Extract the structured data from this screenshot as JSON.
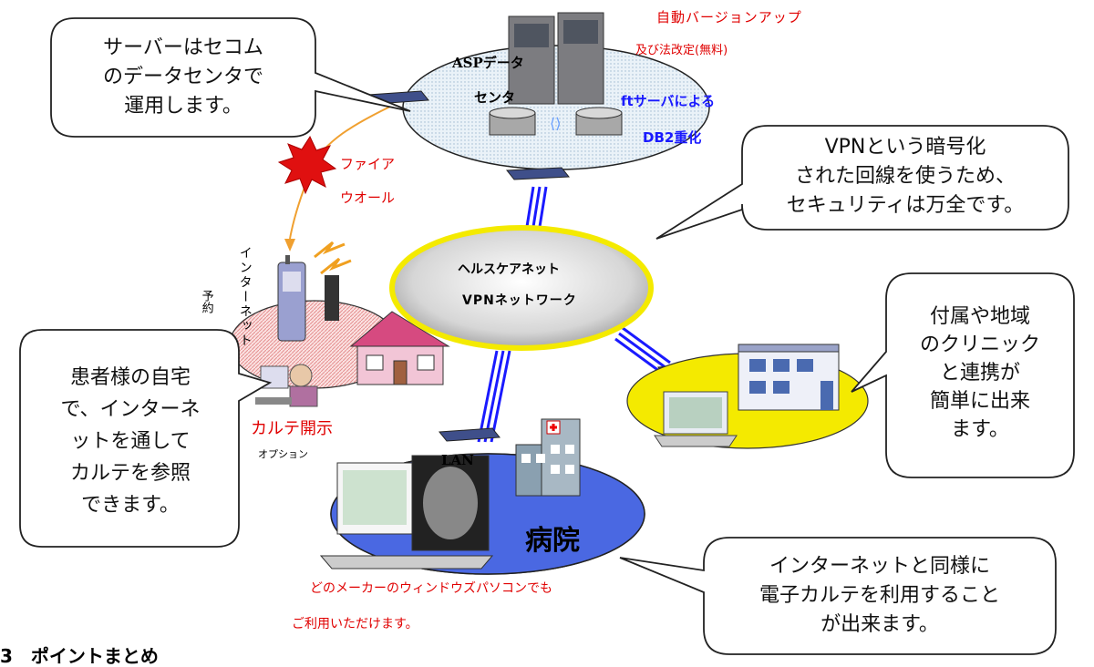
{
  "center": {
    "line1": "ヘルスケアネット",
    "line2": "VPNネットワーク"
  },
  "asp": {
    "line1": "ASPデータ",
    "line2": "センタ"
  },
  "ft": {
    "line1": "ftサーバによる",
    "line2": "DB2重化"
  },
  "auto_update": {
    "line1": "自動バージョンアップ",
    "line2": "及び法改定(無料)"
  },
  "firewall": {
    "line1": "ファイア",
    "line2": "ウオール"
  },
  "internet_vertical": "インターネット",
  "reserve_vertical": "予約",
  "karte": {
    "label": "カルテ開示",
    "sub": "オプション"
  },
  "lan": "LAN",
  "hospital": "病院",
  "windows_note": {
    "line1": "どのメーカーのウィンドウズパソコンでも",
    "line2": "ご利用いただけます。"
  },
  "bubbles": {
    "server": "サーバーはセコム\nのデータセンタで\n運用します。",
    "vpn": "VPNという暗号化\nされた回線を使うため、\nセキュリティは万全です。",
    "clinic": "付属や地域\nのクリニック\nと連携が\n簡単に出来\nます。",
    "patient": "患者様の自宅\nで、インターネ\nットを通して\nカルテを参照\nできます。",
    "hospital_karte": "インターネットと同様に\n電子カルテを利用すること\nが出来ます。"
  },
  "footer_heading": "3　ポイントまとめ",
  "colors": {
    "red": "#e00000",
    "blue": "#1a1aff",
    "yellow": "#f4ea00",
    "hospital_blue": "#3f5fe0",
    "pink": "#f0b8b8",
    "light_blue": "#dde8f4"
  }
}
